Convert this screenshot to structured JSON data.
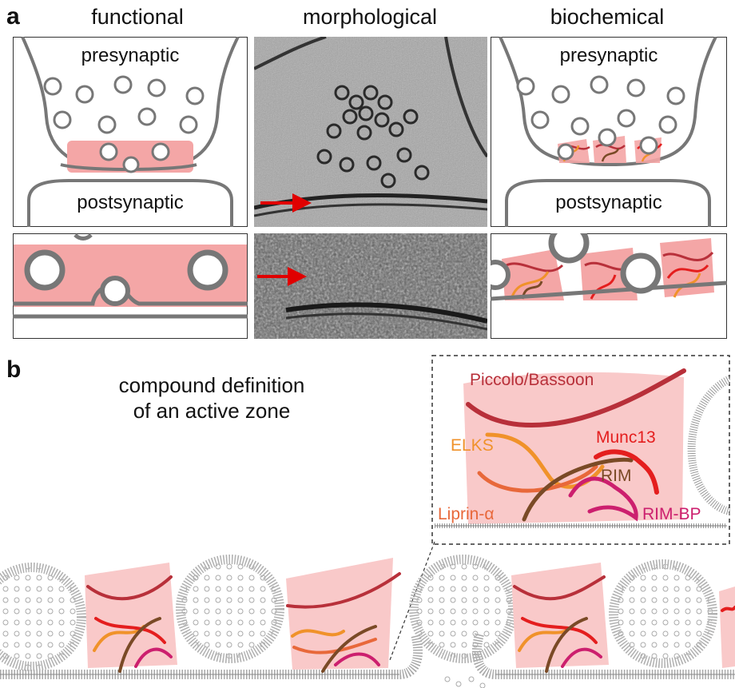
{
  "panel_a": {
    "letter": "a",
    "columns": {
      "functional": "functional",
      "morphological": "morphological",
      "biochemical": "biochemical"
    },
    "labels": {
      "presynaptic": "presynaptic",
      "postsynaptic": "postsynaptic"
    }
  },
  "panel_b": {
    "letter": "b",
    "title_line1": "compound definition",
    "title_line2": "of an active zone",
    "proteins": {
      "piccolo": "Piccolo/Bassoon",
      "elks": "ELKS",
      "munc13": "Munc13",
      "rim": "RIM",
      "liprin": "Liprin-α",
      "rimbp": "RIM-BP"
    }
  },
  "colors": {
    "membrane": "#777777",
    "az_fill": "#f4a6a6",
    "piccolo": "#b8303a",
    "elks": "#f0922a",
    "munc13": "#e41e1e",
    "rim": "#7a4a26",
    "liprin": "#e8683a",
    "rimbp": "#cc1f6e",
    "arrow": "#e00000"
  }
}
